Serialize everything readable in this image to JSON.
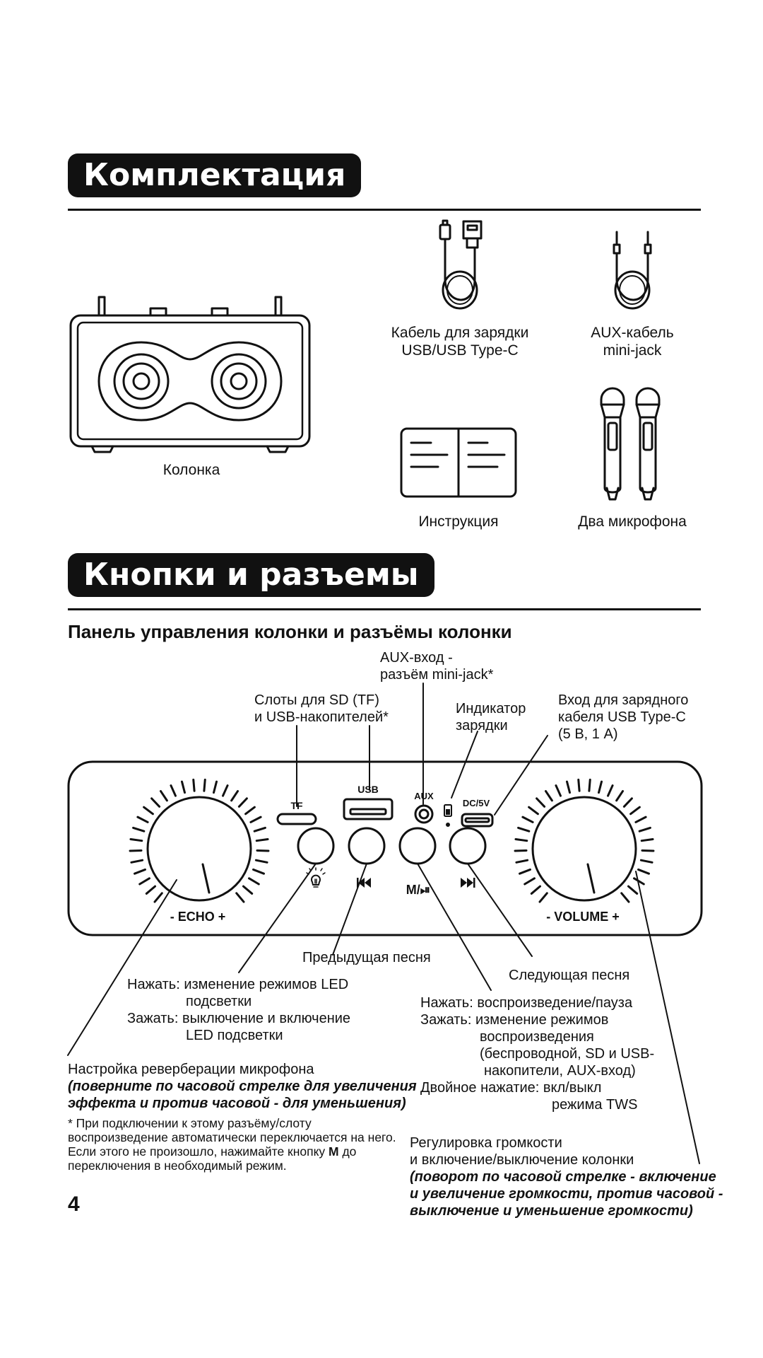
{
  "sections": {
    "kit_title": "Комплектация",
    "buttons_title": "Кнопки и разъемы"
  },
  "kit": {
    "speaker": "Колонка",
    "usb_cable": [
      "Кабель для зарядки",
      "USB/USB Type-C"
    ],
    "aux_cable": [
      "AUX-кабель",
      "mini-jack"
    ],
    "manual": "Инструкция",
    "mics": "Два микрофона"
  },
  "panel": {
    "subtitle": "Панель управления колонки и разъёмы колонки",
    "controls": {
      "tf": "TF",
      "usb": "USB",
      "aux": "AUX",
      "dc": "DC/5V",
      "echo": "- ECHO +",
      "volume": "- VOLUME +",
      "play": "M/⏯"
    },
    "callouts": {
      "aux_in": [
        "AUX-вход -",
        "разъём mini-jack*"
      ],
      "slots": [
        "Слоты для SD (TF)",
        "и USB-накопителей*"
      ],
      "charge_indicator": [
        "Индикатор",
        "зарядки"
      ],
      "charge_input": [
        "Вход для зарядного",
        "кабеля USB Type-C",
        "(5 В, 1 А)"
      ],
      "prev_song": "Предыдущая песня",
      "next_song": "Следующая песня",
      "led": {
        "press": "Нажать:",
        "press_text": [
          "изменение режимов LED",
          "подсветки"
        ],
        "hold": "Зажать:",
        "hold_text": [
          "выключение и включение",
          "LED подсветки"
        ]
      },
      "play": {
        "press": "Нажать:",
        "press_text": "воспроизведение/пауза",
        "hold": "Зажать:",
        "hold_text": [
          "изменение режимов",
          "воспроизведения",
          "(беспроводной, SD и USB-",
          "накопители, AUX-вход)"
        ],
        "double": "Двойное нажатие:",
        "double_text": [
          "вкл/выкл",
          "режима TWS"
        ]
      },
      "echo": {
        "line": "Настройка реверберации микрофона",
        "italic": [
          "(поверните по часовой стрелке для увеличения",
          "эффекта и против часовой - для уменьшения)"
        ]
      },
      "volume": {
        "lines": [
          "Регулировка громкости",
          "и включение/выключение колонки"
        ],
        "italic": [
          "(поворот по часовой стрелке - включение",
          "и увеличение громкости, против часовой -",
          "выключение и уменьшение громкости)"
        ]
      }
    }
  },
  "footnote": {
    "before": "* При подключении к этому разъёму/слоту воспроизведение автоматически переключается на него. Если этого не произошло, нажимайте кнопку ",
    "bold": "М",
    "after": " до переключения в необходимый режим."
  },
  "page_number": "4"
}
